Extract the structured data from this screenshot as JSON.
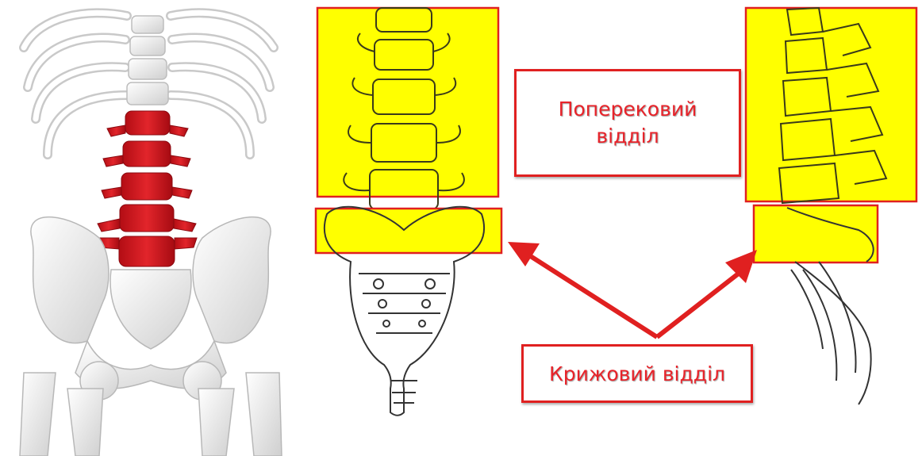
{
  "labels": {
    "lumbar_line1": "Поперековий",
    "lumbar_line2": "відділ",
    "sacral": "Крижовий відділ"
  },
  "colors": {
    "highlight": "#ffff00",
    "annotation_red": "#e02020",
    "lumbar_vertebrae": "#d8141c",
    "bone": "#ececec"
  },
  "icons": [
    "arrow-to-front-sacral",
    "arrow-to-side-sacral"
  ]
}
